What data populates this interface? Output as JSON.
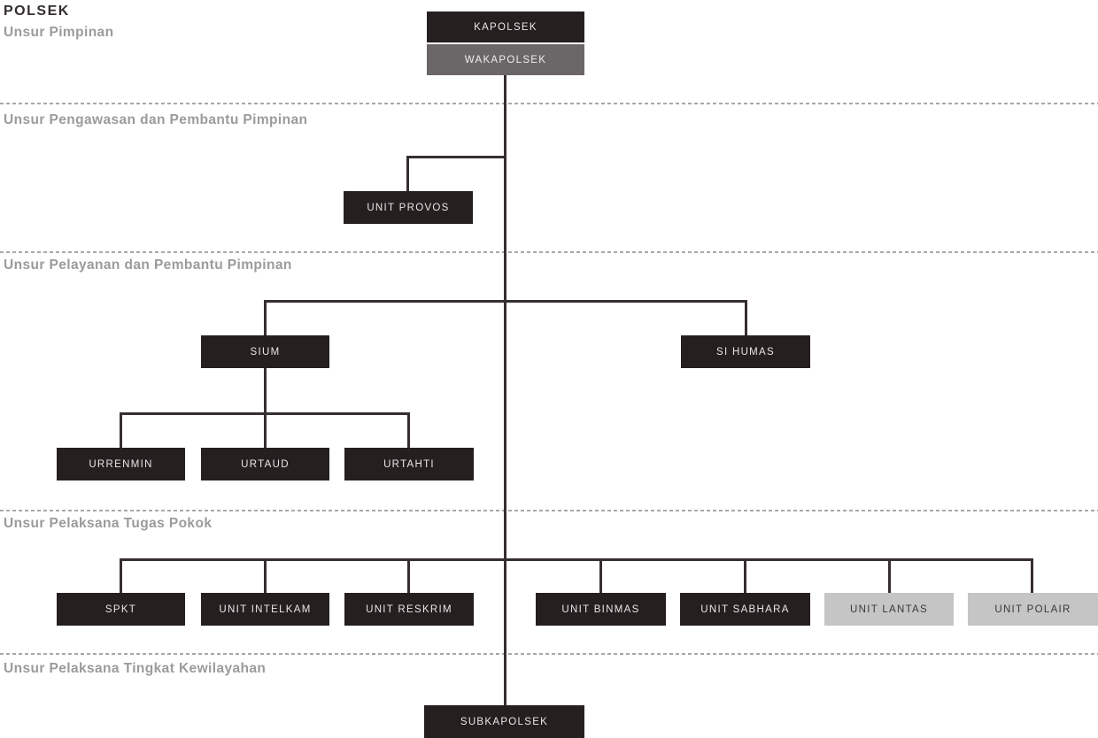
{
  "title": "POLSEK",
  "sections": [
    {
      "label": "Unsur Pimpinan"
    },
    {
      "label": "Unsur Pengawasan dan Pembantu Pimpinan"
    },
    {
      "label": "Unsur Pelayanan dan Pembantu Pimpinan"
    },
    {
      "label": "Unsur Pelaksana Tugas Pokok"
    },
    {
      "label": "Unsur Pelaksana Tingkat Kewilayahan"
    }
  ],
  "nodes": {
    "kapolsek": {
      "label": "KAPOLSEK",
      "variant": "dark"
    },
    "wakapolsek": {
      "label": "WAKAPOLSEK",
      "variant": "mid-gray"
    },
    "unit_provos": {
      "label": "UNIT PROVOS",
      "variant": "dark"
    },
    "sium": {
      "label": "SIUM",
      "variant": "dark"
    },
    "si_humas": {
      "label": "SI HUMAS",
      "variant": "dark"
    },
    "urrenmin": {
      "label": "URRENMIN",
      "variant": "dark"
    },
    "urtaud": {
      "label": "URTAUD",
      "variant": "dark"
    },
    "urtahti": {
      "label": "URTAHTI",
      "variant": "dark"
    },
    "spkt": {
      "label": "SPKT",
      "variant": "dark"
    },
    "unit_intelkam": {
      "label": "UNIT INTELKAM",
      "variant": "dark"
    },
    "unit_reskrim": {
      "label": "UNIT RESKRIM",
      "variant": "dark"
    },
    "unit_binmas": {
      "label": "UNIT BINMAS",
      "variant": "dark"
    },
    "unit_sabhara": {
      "label": "UNIT SABHARA",
      "variant": "dark"
    },
    "unit_lantas": {
      "label": "UNIT LANTAS",
      "variant": "light-gray"
    },
    "unit_polair": {
      "label": "UNIT POLAIR",
      "variant": "light-gray"
    },
    "subkapolsek": {
      "label": "SUBKAPOLSEK",
      "variant": "dark"
    }
  },
  "hierarchy_edges": [
    {
      "from": "KAPOLSEK",
      "to": "WAKAPOLSEK"
    },
    {
      "from": "WAKAPOLSEK",
      "to": "UNIT PROVOS"
    },
    {
      "from": "WAKAPOLSEK",
      "to": "SIUM"
    },
    {
      "from": "WAKAPOLSEK",
      "to": "SI HUMAS"
    },
    {
      "from": "SIUM",
      "to": "URRENMIN"
    },
    {
      "from": "SIUM",
      "to": "URTAUD"
    },
    {
      "from": "SIUM",
      "to": "URTAHTI"
    },
    {
      "from": "WAKAPOLSEK",
      "to": "SPKT"
    },
    {
      "from": "WAKAPOLSEK",
      "to": "UNIT INTELKAM"
    },
    {
      "from": "WAKAPOLSEK",
      "to": "UNIT RESKRIM"
    },
    {
      "from": "WAKAPOLSEK",
      "to": "UNIT BINMAS"
    },
    {
      "from": "WAKAPOLSEK",
      "to": "UNIT SABHARA"
    },
    {
      "from": "WAKAPOLSEK",
      "to": "UNIT LANTAS"
    },
    {
      "from": "WAKAPOLSEK",
      "to": "UNIT POLAIR"
    },
    {
      "from": "WAKAPOLSEK",
      "to": "SUBKAPOLSEK"
    }
  ],
  "colors": {
    "background": "#ffffff",
    "box_dark": "#251f20",
    "box_mid_gray": "#6b6768",
    "box_light_gray": "#c6c5c5",
    "box_text_light": "#e9e7e7",
    "box_text_dark": "#3b3839",
    "connector_line": "#362e2f",
    "divider_dotted": "#a9a8a8",
    "section_label": "#9b9b9b",
    "title_text": "#332d2e"
  }
}
